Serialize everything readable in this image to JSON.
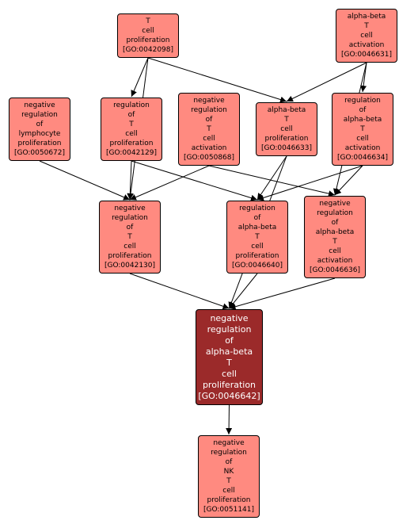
{
  "nodes": [
    {
      "id": "GO:0042098",
      "lines": [
        "T",
        "cell",
        "proliferation",
        "[GO:0042098]"
      ]
    },
    {
      "id": "GO:0046631",
      "lines": [
        "alpha-beta",
        "T",
        "cell",
        "activation",
        "[GO:0046631]"
      ]
    },
    {
      "id": "GO:0050672",
      "lines": [
        "negative",
        "regulation",
        "of",
        "lymphocyte",
        "proliferation",
        "[GO:0050672]"
      ]
    },
    {
      "id": "GO:0042129",
      "lines": [
        "regulation",
        "of",
        "T",
        "cell",
        "proliferation",
        "[GO:0042129]"
      ]
    },
    {
      "id": "GO:0050868",
      "lines": [
        "negative",
        "regulation",
        "of",
        "T",
        "cell",
        "activation",
        "[GO:0050868]"
      ]
    },
    {
      "id": "GO:0046633",
      "lines": [
        "alpha-beta",
        "T",
        "cell",
        "proliferation",
        "[GO:0046633]"
      ]
    },
    {
      "id": "GO:0046634",
      "lines": [
        "regulation",
        "of",
        "alpha-beta",
        "T",
        "cell",
        "activation",
        "[GO:0046634]"
      ]
    },
    {
      "id": "GO:0042130",
      "lines": [
        "negative",
        "regulation",
        "of",
        "T",
        "cell",
        "proliferation",
        "[GO:0042130]"
      ]
    },
    {
      "id": "GO:0046640",
      "lines": [
        "regulation",
        "of",
        "alpha-beta",
        "T",
        "cell",
        "proliferation",
        "[GO:0046640]"
      ]
    },
    {
      "id": "GO:0046636",
      "lines": [
        "negative",
        "regulation",
        "of",
        "alpha-beta",
        "T",
        "cell",
        "activation",
        "[GO:0046636]"
      ]
    },
    {
      "id": "GO:0046642",
      "lines": [
        "negative",
        "regulation",
        "of",
        "alpha-beta",
        "T",
        "cell",
        "proliferation",
        "[GO:0046642]"
      ]
    },
    {
      "id": "GO:0051141",
      "lines": [
        "negative",
        "regulation",
        "of",
        "NK",
        "T",
        "cell",
        "proliferation",
        "[GO:0051141]"
      ]
    }
  ],
  "focus_node": "GO:0046642",
  "edges": [
    [
      "GO:0042098",
      "GO:0042129"
    ],
    [
      "GO:0042098",
      "GO:0046633"
    ],
    [
      "GO:0042098",
      "GO:0042130"
    ],
    [
      "GO:0046631",
      "GO:0046633"
    ],
    [
      "GO:0046631",
      "GO:0046634"
    ],
    [
      "GO:0046631",
      "GO:0046636"
    ],
    [
      "GO:0050672",
      "GO:0042130"
    ],
    [
      "GO:0042129",
      "GO:0042130"
    ],
    [
      "GO:0042129",
      "GO:0046640"
    ],
    [
      "GO:0050868",
      "GO:0042130"
    ],
    [
      "GO:0050868",
      "GO:0046636"
    ],
    [
      "GO:0046633",
      "GO:0046640"
    ],
    [
      "GO:0046633",
      "GO:0046642"
    ],
    [
      "GO:0046634",
      "GO:0046640"
    ],
    [
      "GO:0046634",
      "GO:0046636"
    ],
    [
      "GO:0042130",
      "GO:0046642"
    ],
    [
      "GO:0046640",
      "GO:0046642"
    ],
    [
      "GO:0046636",
      "GO:0046642"
    ],
    [
      "GO:0046642",
      "GO:0051141"
    ]
  ],
  "colors": {
    "node_fill": "#ff8a80",
    "focus_fill": "#9b2a2a",
    "focus_text": "#ffffff",
    "edge": "#000000"
  }
}
